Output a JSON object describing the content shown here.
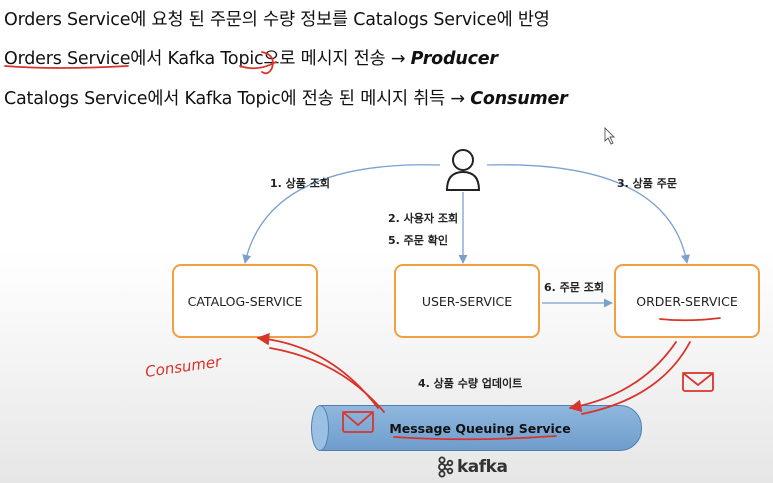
{
  "headlines": {
    "line1": "Orders Service에 요청 된 주문의 수량 정보를 Catalogs Service에 반영",
    "line2_prefix": "Orders Service에서 Kafka Topic으로 메시지 전송 → ",
    "line2_role": "Producer",
    "line3_prefix": "Catalogs Service에서 Kafka Topic에 전송 된 메시지 취득 → ",
    "line3_role": "Consumer"
  },
  "services": {
    "catalog": "CATALOG-SERVICE",
    "user": "USER-SERVICE",
    "order": "ORDER-SERVICE"
  },
  "steps": {
    "s1": "1.  상품 조회",
    "s2": "2. 사용자 조회",
    "s3": "3. 상품 주문",
    "s4": "4. 상품 수량 업데이트",
    "s5": "5. 주문 확인",
    "s6": "6. 주문 조회"
  },
  "queue": {
    "label": "Message Queuing Service"
  },
  "kafka": {
    "logo_text": "kafka"
  },
  "annotations": {
    "handwriting": "Consumer"
  },
  "icons": {
    "user": "user-icon",
    "kafka": "kafka-logo-icon",
    "envelope": "envelope-icon",
    "cursor": "mouse-cursor-icon"
  },
  "colors": {
    "box_border": "#f0a040",
    "arrow": "#7aa0d0",
    "queue": "#7fa8d6",
    "annotation": "#d9342b"
  }
}
